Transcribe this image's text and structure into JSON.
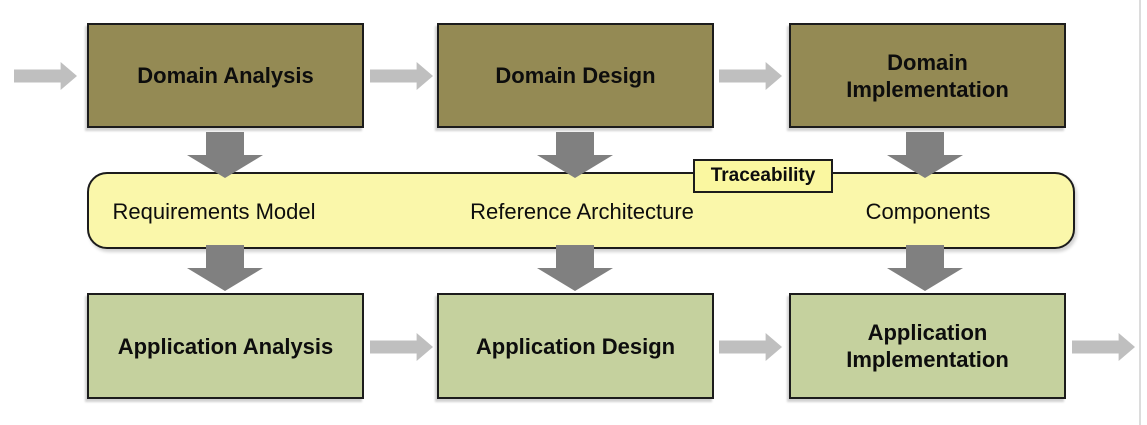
{
  "colors": {
    "domain_box": "#948A54",
    "application_box": "#C5D19E",
    "band_fill": "#FAF7AA",
    "tag_fill": "#FAF7A0",
    "box_border": "#1c1c1c",
    "down_arrow": "#808080",
    "side_arrow": "#BFBFBF",
    "page_edge": "#DCDCDC",
    "text": "#0d0d0d"
  },
  "flow": {
    "domain_row": {
      "boxes": [
        {
          "label": "Domain Analysis"
        },
        {
          "label": "Domain Design"
        },
        {
          "label": "Domain\nImplementation"
        }
      ]
    },
    "artifact_band": {
      "tag": "Traceability",
      "artifacts": [
        {
          "label": "Requirements Model"
        },
        {
          "label": "Reference Architecture"
        },
        {
          "label": "Components"
        }
      ]
    },
    "application_row": {
      "boxes": [
        {
          "label": "Application Analysis"
        },
        {
          "label": "Application Design"
        },
        {
          "label": "Application\nImplementation"
        }
      ]
    }
  }
}
